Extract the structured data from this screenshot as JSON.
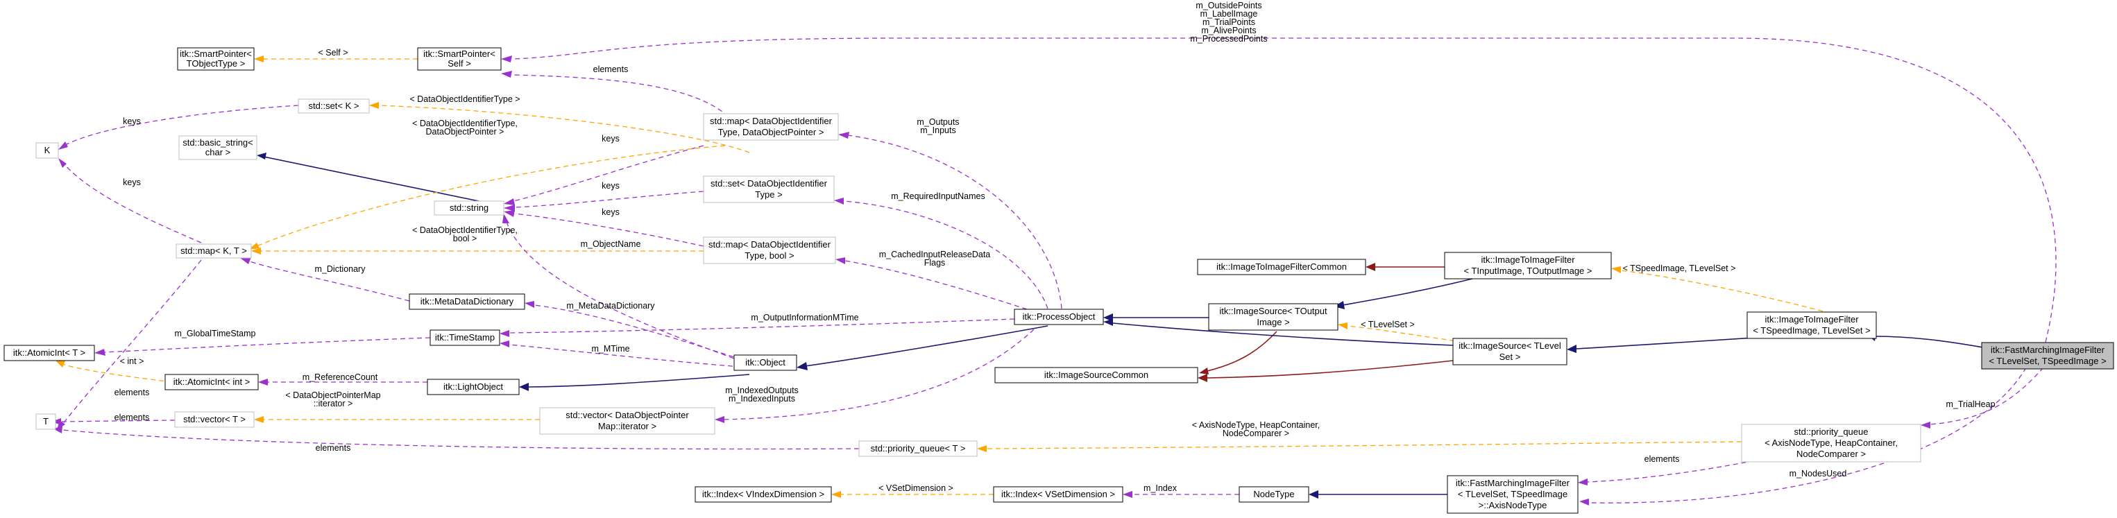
{
  "nodes": {
    "smartptr_tobject": [
      "itk::SmartPointer<",
      "TObjectType >"
    ],
    "smartptr_self": [
      "itk::SmartPointer<",
      "Self >"
    ],
    "std_set_k": [
      "std::set< K >"
    ],
    "k": [
      "K"
    ],
    "basic_string": [
      "std::basic_string<",
      "char >"
    ],
    "std_string": [
      "std::string"
    ],
    "std_map_kt": [
      "std::map< K, T >"
    ],
    "atomicint_t": [
      "itk::AtomicInt< T >"
    ],
    "atomicint_int": [
      "itk::AtomicInt< int >"
    ],
    "t": [
      "T"
    ],
    "std_vector_t": [
      "std::vector< T >"
    ],
    "map_dataobject_ptr": [
      "std::map< DataObjectIdentifier",
      "Type, DataObjectPointer >"
    ],
    "set_dataobject": [
      "std::set< DataObjectIdentifier",
      "Type >"
    ],
    "map_dataobject_bool": [
      "std::map< DataObjectIdentifier",
      "Type, bool >"
    ],
    "metadatadictionary": [
      "itk::MetaDataDictionary"
    ],
    "timestamp": [
      "itk::TimeStamp"
    ],
    "lightobject": [
      "itk::LightObject"
    ],
    "itk_object": [
      "itk::Object"
    ],
    "vector_dataobjectpointermap": [
      "std::vector< DataObjectPointer",
      "Map::iterator >"
    ],
    "priority_queue_t": [
      "std::priority_queue< T >"
    ],
    "index_vindex": [
      "itk::Index< VIndexDimension >"
    ],
    "index_vset": [
      "itk::Index< VSetDimension >"
    ],
    "processobject": [
      "itk::ProcessObject"
    ],
    "imagetoimagefiltercommon": [
      "itk::ImageToImageFilterCommon"
    ],
    "imagetoimagefilter_tin": [
      "itk::ImageToImageFilter",
      "< TInputImage, TOutputImage >"
    ],
    "imagesource_toutput": [
      "itk::ImageSource< TOutput",
      "Image >"
    ],
    "imagesourcecommon": [
      "itk::ImageSourceCommon"
    ],
    "imagesource_tlevel": [
      "itk::ImageSource< TLevel",
      "Set >"
    ],
    "nodetype": [
      "NodeType"
    ],
    "imagetoimagefilter_tspeed": [
      "itk::ImageToImageFilter",
      "< TSpeedImage, TLevelSet >"
    ],
    "priority_queue_axis": [
      "std::priority_queue",
      "< AxisNodeType, HeapContainer,",
      "NodeComparer >"
    ],
    "axisnodetype": [
      "itk::FastMarchingImageFilter",
      "< TLevelSet, TSpeedImage",
      ">::AxisNodeType"
    ],
    "fastmarching": [
      "itk::FastMarchingImageFilter",
      "< TLevelSet, TSpeedImage >"
    ]
  },
  "edge_labels": {
    "processed_points": [
      "m_OutsidePoints",
      "m_LabelImage",
      "m_TrialPoints",
      "m_AlivePoints",
      "m_ProcessedPoints"
    ],
    "self": [
      "< Self >"
    ],
    "elements_map": [
      "elements"
    ],
    "dataobjectidentifiertype": [
      "< DataObjectIdentifierType >"
    ],
    "keys_set_k": [
      "keys"
    ],
    "map_tmpl_ptr": [
      "< DataObjectIdentifierType,",
      "DataObjectPointer >"
    ],
    "keys_map_ptr": [
      "keys"
    ],
    "keys_map_kt": [
      "keys"
    ],
    "keys_set_dataobject": [
      "keys"
    ],
    "keys_map_bool": [
      "keys"
    ],
    "outputs_inputs": [
      "m_Outputs",
      "m_Inputs"
    ],
    "required_input_names": [
      "m_RequiredInputNames"
    ],
    "map_tmpl_bool": [
      "< DataObjectIdentifierType,",
      "bool >"
    ],
    "object_name": [
      "m_ObjectName"
    ],
    "cached_input": [
      "m_CachedInputReleaseData",
      "Flags"
    ],
    "dictionary": [
      "m_Dictionary"
    ],
    "metadata_dictionary": [
      "m_MetaDataDictionary"
    ],
    "output_information_mtime": [
      "m_OutputInformationMTime"
    ],
    "global_timestamp": [
      "m_GlobalTimeStamp"
    ],
    "int_tmpl": [
      "< int >"
    ],
    "mtime": [
      "m_MTime"
    ],
    "reference_count": [
      "m_ReferenceCount"
    ],
    "elements_map_kt": [
      "elements"
    ],
    "indexed_outputs": [
      "m_IndexedOutputs",
      "m_IndexedInputs"
    ],
    "dataobjectpointermap_iter": [
      "< DataObjectPointerMap",
      "::iterator >"
    ],
    "elements_vector": [
      "elements"
    ],
    "elements_pq": [
      "elements"
    ],
    "tlevelset": [
      "< TLevelSet >"
    ],
    "tspeed_tlevel": [
      "< TSpeedImage, TLevelSet >"
    ],
    "axis_heap_tmpl": [
      "< AxisNodeType, HeapContainer,",
      "NodeComparer >"
    ],
    "trial_heap": [
      "m_TrialHeap"
    ],
    "elements_axis": [
      "elements"
    ],
    "vset_dimension": [
      "< VSetDimension >"
    ],
    "m_index": [
      "m_Index"
    ],
    "nodes_used": [
      "m_NodesUsed"
    ]
  },
  "colors": {
    "member_edge": "#9a32cd",
    "template_edge": "#ffa500",
    "public_inheritance": "#191970",
    "private_inheritance": "#8b1a1a",
    "highlight_node": "#bfbfbf",
    "unresolved_node_border": "#bfbfbf"
  }
}
